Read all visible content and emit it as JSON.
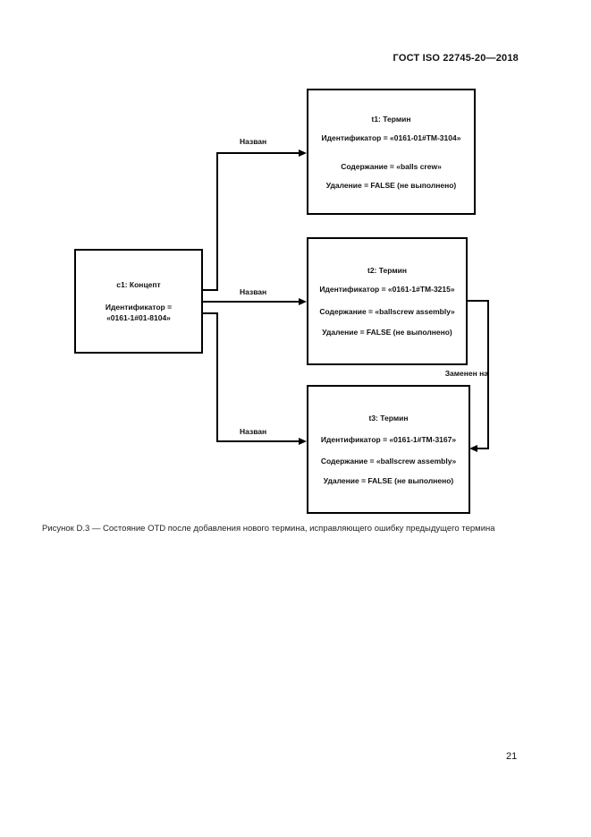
{
  "page": {
    "header": "ГОСТ ISO 22745-20—2018",
    "caption": "Рисунок D.3 — Состояние OTD после добавления нового термина, исправляющего ошибку предыдущего термина",
    "page_number": "21"
  },
  "diagram": {
    "concept": {
      "title": "c1: Концепт",
      "identifier_label": "Идентификатор =",
      "identifier_value": "«0161-1#01-8104»"
    },
    "t1": {
      "title": "t1: Термин",
      "identifier": "Идентификатор = «0161-01#TM-3104»",
      "content": "Содержание = «balls crew»",
      "deletion": "Удаление = FALSE (не выполнено)"
    },
    "t2": {
      "title": "t2: Термин",
      "identifier": "Идентификатор = «0161-1#TM-3215»",
      "content": "Содержание = «ballscrew assembly»",
      "deletion": "Удаление = FALSE (не выполнено)"
    },
    "t3": {
      "title": "t3: Термин",
      "identifier": "Идентификатор = «0161-1#TM-3167»",
      "content": "Содержание = «ballscrew assembly»",
      "deletion": "Удаление = FALSE (не выполнено)"
    },
    "edge_labels": {
      "named_top": "Назван",
      "named_mid": "Назван",
      "named_bottom": "Назван",
      "replaced_by": "Заменен на"
    },
    "colors": {
      "line": "#000000",
      "text": "#111111",
      "background": "#ffffff"
    }
  }
}
